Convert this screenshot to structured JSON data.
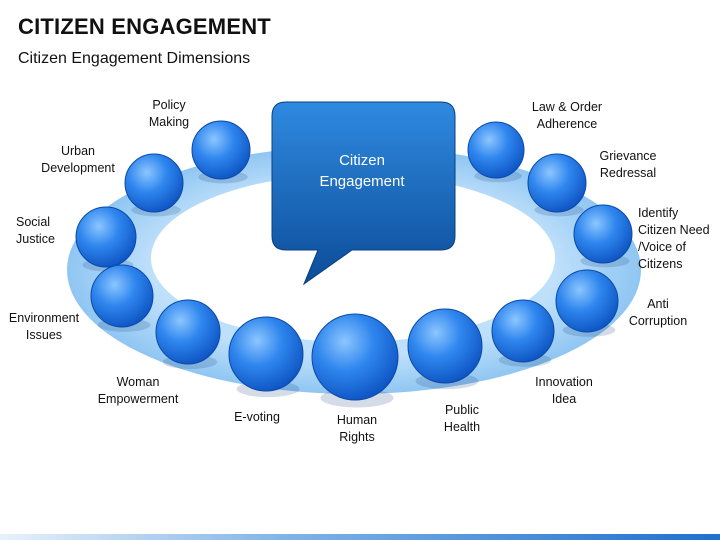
{
  "header": {
    "title": "CITIZEN ENGAGEMENT",
    "subtitle": "Citizen Engagement Dimensions"
  },
  "center": {
    "label": "Citizen\nEngagement"
  },
  "colors": {
    "ring": "#a9d3f5",
    "inner": "#ffffff",
    "sphere_light": "#6fb2ff",
    "sphere_dark": "#0b53c9",
    "callout_top": "#2b86d9",
    "callout_bottom": "#0d4f9e"
  },
  "dimensions": [
    "Policy\nMaking",
    "Urban\nDevelopment",
    "Social\nJustice",
    "Environment\nIssues",
    "Woman\nEmpowerment",
    "E-voting",
    "Human\nRights",
    "Public\nHealth",
    "Innovation\nIdea",
    "Anti\nCorruption",
    "Identify\nCitizen Need\n/Voice of\nCitizens",
    "Grievance\nRedressal",
    "Law & Order\nAdherence"
  ]
}
